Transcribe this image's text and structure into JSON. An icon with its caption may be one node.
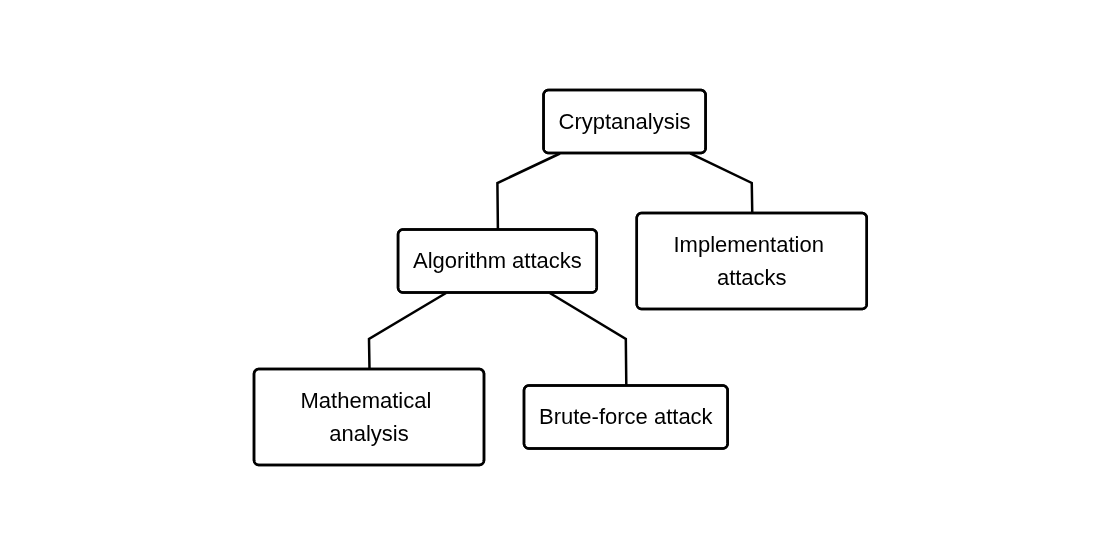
{
  "diagram": {
    "nodes": [
      {
        "text": [
          "Cryptanalysis"
        ]
      },
      {
        "text": [
          "Algorithm attacks"
        ]
      },
      {
        "text": [
          "Implementation attacks"
        ]
      },
      {
        "text": [
          "Mathematical analysis"
        ]
      },
      {
        "text": [
          "Brute-force attack"
        ]
      }
    ],
    "edges": [
      {
        "from": 0,
        "to": 1,
        "arrow": "none"
      },
      {
        "from": 0,
        "to": 2,
        "arrow": "none"
      },
      {
        "from": 1,
        "to": 3,
        "arrow": "none"
      },
      {
        "from": 1,
        "to": 4,
        "arrow": "none"
      }
    ]
  }
}
